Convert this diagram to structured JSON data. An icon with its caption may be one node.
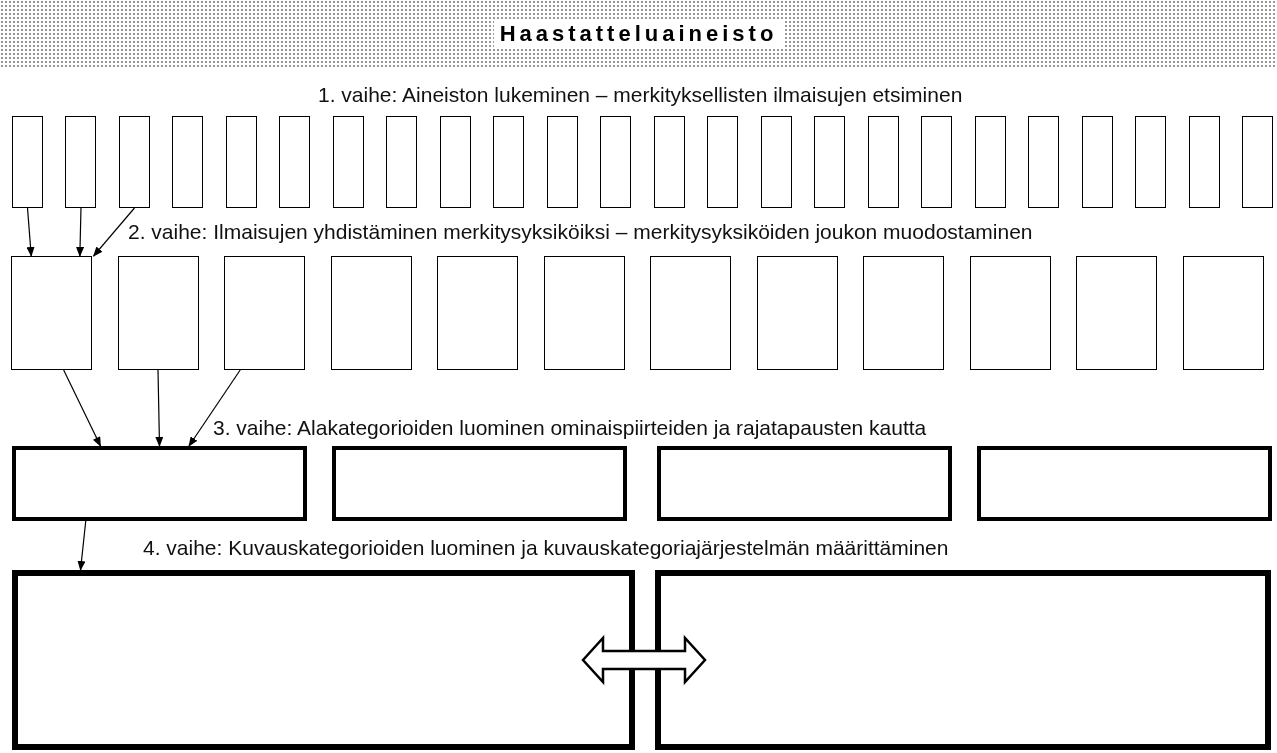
{
  "diagram": {
    "nodes": [
      {
        "text": [
          "Haastatteluaineisto"
        ]
      },
      {
        "text": [],
        "shape": "box"
      },
      {
        "text": [],
        "shape": "box"
      },
      {
        "text": [],
        "shape": "box"
      },
      {
        "text": [],
        "shape": "box"
      },
      {
        "text": [],
        "shape": "box"
      },
      {
        "text": [],
        "shape": "box"
      },
      {
        "text": [],
        "shape": "box"
      },
      {
        "text": [],
        "shape": "box"
      },
      {
        "text": [],
        "shape": "box"
      },
      {
        "text": [],
        "shape": "box"
      },
      {
        "text": [],
        "shape": "box"
      },
      {
        "text": [],
        "shape": "box"
      },
      {
        "text": [],
        "shape": "box"
      },
      {
        "text": [],
        "shape": "box"
      },
      {
        "text": [],
        "shape": "box"
      },
      {
        "text": [],
        "shape": "box"
      },
      {
        "text": [],
        "shape": "box"
      },
      {
        "text": [],
        "shape": "box"
      },
      {
        "text": [],
        "shape": "box"
      },
      {
        "text": [],
        "shape": "box"
      },
      {
        "text": [],
        "shape": "box"
      },
      {
        "text": [],
        "shape": "box"
      },
      {
        "text": [],
        "shape": "box"
      },
      {
        "text": [],
        "shape": "box"
      },
      {
        "text": [],
        "shape": "box"
      },
      {
        "text": [],
        "shape": "box"
      },
      {
        "text": [],
        "shape": "box"
      },
      {
        "text": [],
        "shape": "box"
      },
      {
        "text": [],
        "shape": "box"
      },
      {
        "text": [],
        "shape": "box"
      },
      {
        "text": [],
        "shape": "box"
      },
      {
        "text": [],
        "shape": "box"
      },
      {
        "text": [],
        "shape": "box"
      },
      {
        "text": [],
        "shape": "box"
      },
      {
        "text": [],
        "shape": "box"
      },
      {
        "text": [],
        "shape": "box"
      },
      {
        "text": [],
        "shape": "box"
      },
      {
        "text": [],
        "shape": "box"
      },
      {
        "text": [],
        "shape": "box"
      },
      {
        "text": [],
        "shape": "box"
      },
      {
        "text": [],
        "shape": "box"
      },
      {
        "text": [],
        "shape": "box"
      }
    ],
    "edges": [
      {
        "from": 1,
        "to": 25,
        "arrow": "to"
      },
      {
        "from": 2,
        "to": 25,
        "arrow": "to"
      },
      {
        "from": 3,
        "to": 25,
        "arrow": "to"
      },
      {
        "from": 25,
        "to": 37,
        "arrow": "to"
      },
      {
        "from": 26,
        "to": 37,
        "arrow": "to"
      },
      {
        "from": 27,
        "to": 37,
        "arrow": "to"
      },
      {
        "from": 37,
        "to": 41,
        "arrow": "to"
      },
      {
        "from": 41,
        "to": 42,
        "arrow": "both",
        "style": "thick"
      }
    ],
    "labels": [
      "1. vaihe: Aineiston lukeminen – merkityksellisten ilmaisujen etsiminen",
      "2. vaihe: Ilmaisujen yhdistäminen merkitysyksiköiksi – merkitysyksiköiden joukon muodostaminen",
      "3. vaihe: Alakategorioiden luominen ominaispiirteiden ja rajatapausten kautta",
      "4. vaihe: Kuvauskategorioiden luominen ja kuvauskategoriajärjestelmän määrittäminen"
    ]
  }
}
